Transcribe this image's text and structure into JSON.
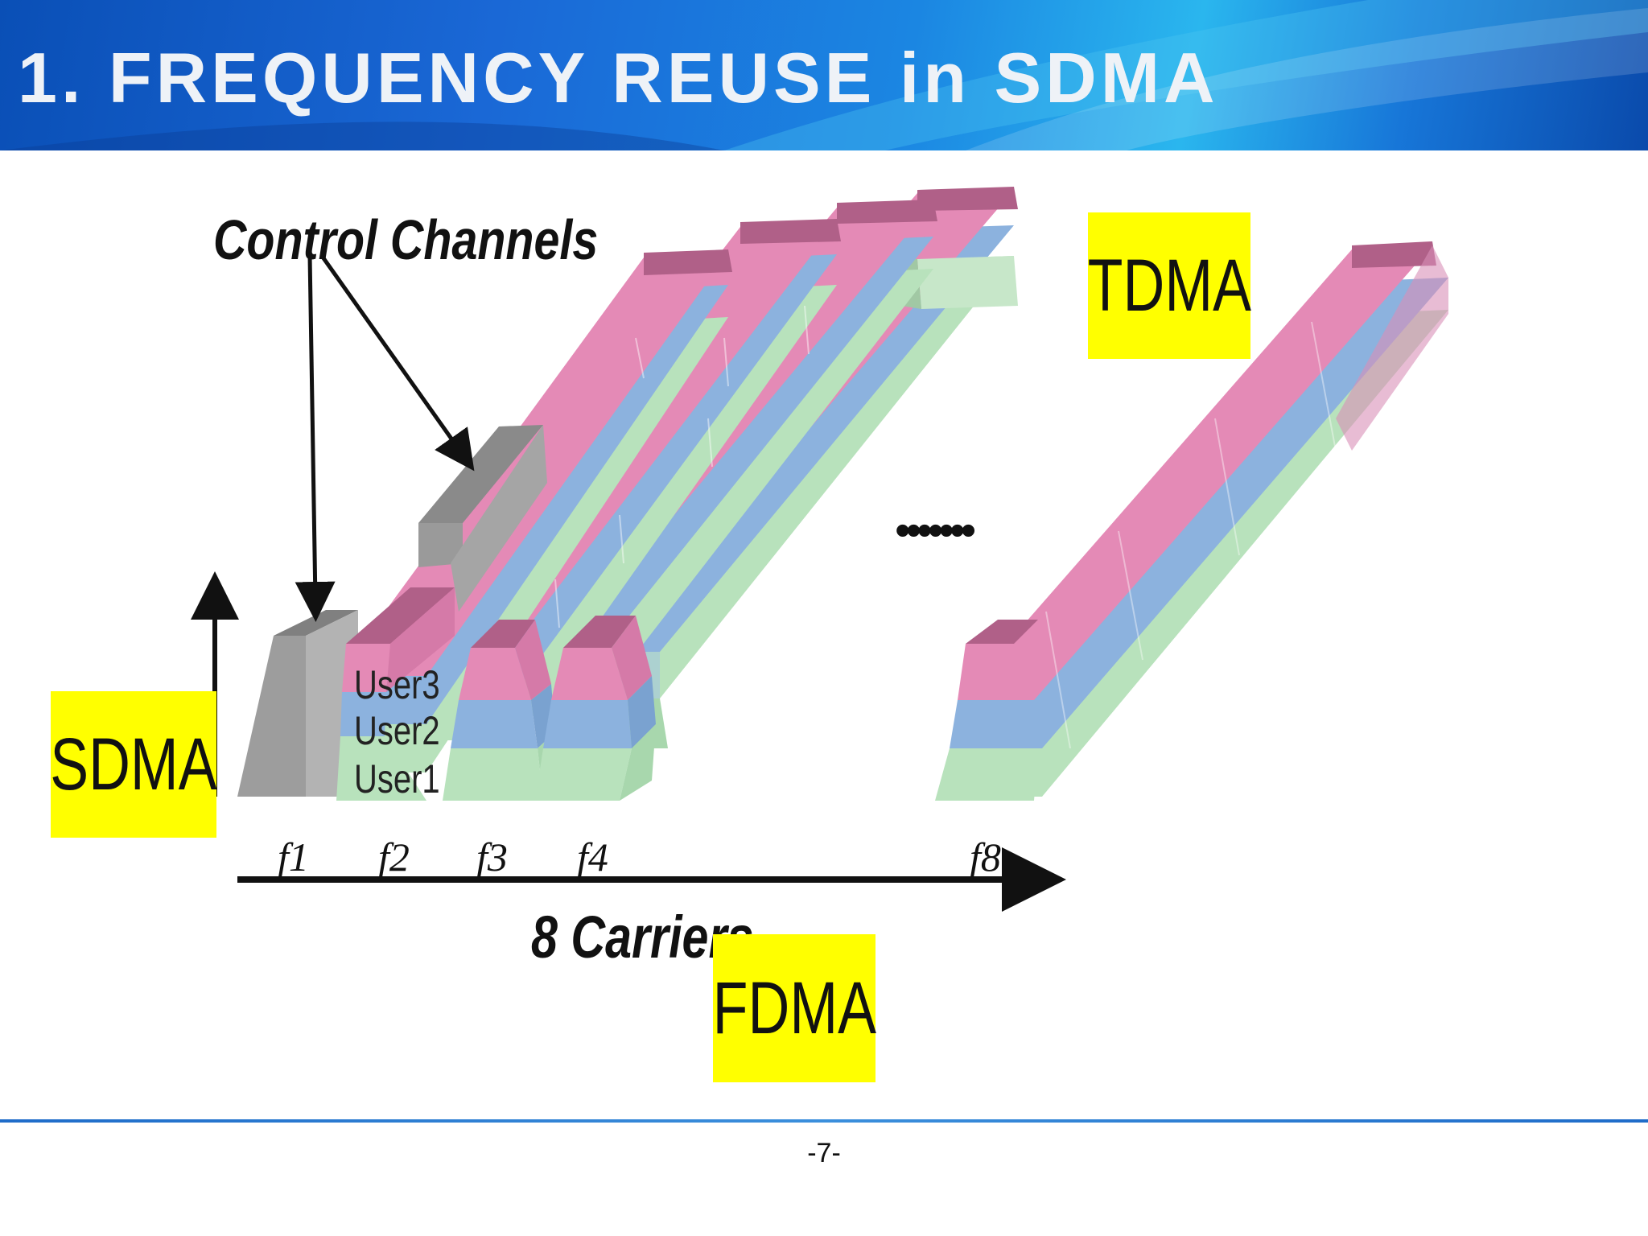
{
  "slide": {
    "title": "1. FREQUENCY REUSE in SDMA",
    "page_number": "-7-"
  },
  "diagram": {
    "control_channels_label": "Control Channels",
    "tdma_label": "TDMA",
    "sdma_label": "SDMA",
    "fdma_label": "FDMA",
    "carriers_label": "8 Carriers",
    "carrier_labels": [
      "f1",
      "f2",
      "f3",
      "f4",
      "f8"
    ],
    "user_labels": [
      "User3",
      "User2",
      "User1"
    ],
    "ellipsis": "•••••••",
    "colors": {
      "user3_top": "#e48ab6",
      "user2_mid": "#8cb2de",
      "user1_bottom": "#b8e2bc",
      "control_channel": "#9a9a9a",
      "label_box": "#ffff00",
      "header_blue": "#1a68d6"
    }
  }
}
